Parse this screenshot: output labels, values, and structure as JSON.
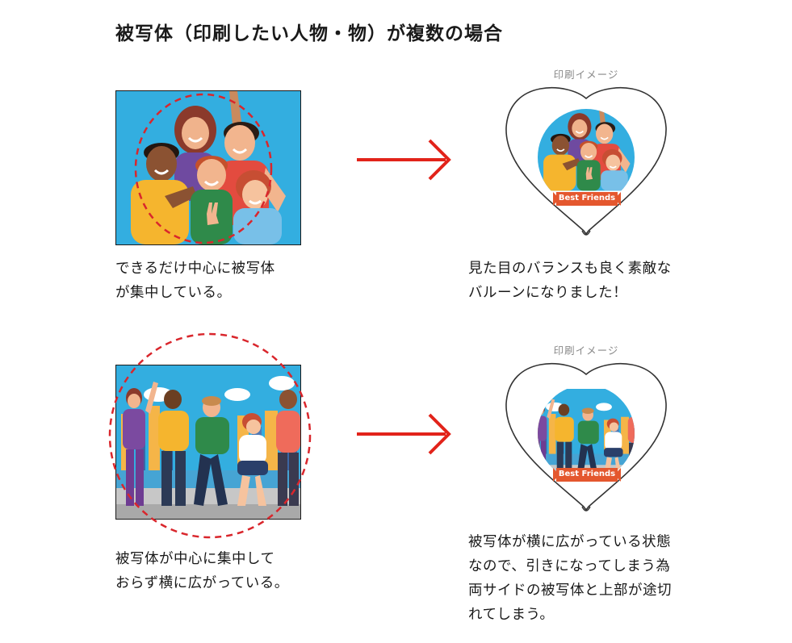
{
  "title": "被写体（印刷したい人物・物）が複数の場合",
  "rows": [
    {
      "caption_lines": [
        "できるだけ中心に被写体",
        "が集中している。"
      ],
      "balloon_label": "印刷イメージ",
      "badge_text": "Best Friends",
      "result_lines": [
        "見た目のバランスも良く素敵な",
        "バルーンになりました！"
      ]
    },
    {
      "caption_lines": [
        "被写体が中心に集中して",
        "おらず横に広がっている。"
      ],
      "balloon_label": "印刷イメージ",
      "badge_text": "Best Friends",
      "result_lines": [
        "被写体が横に広がっている状態",
        "なので、引きになってしまう為",
        "両サイドの被写体と上部が途切",
        "れてしまう。"
      ]
    }
  ],
  "colors": {
    "arrow": "#e2231a",
    "dashed_circle": "#d9262c",
    "sky": "#33aee0",
    "badge": "#e4572e"
  },
  "icons": [
    "right-arrow-icon",
    "heart-balloon-icon"
  ]
}
